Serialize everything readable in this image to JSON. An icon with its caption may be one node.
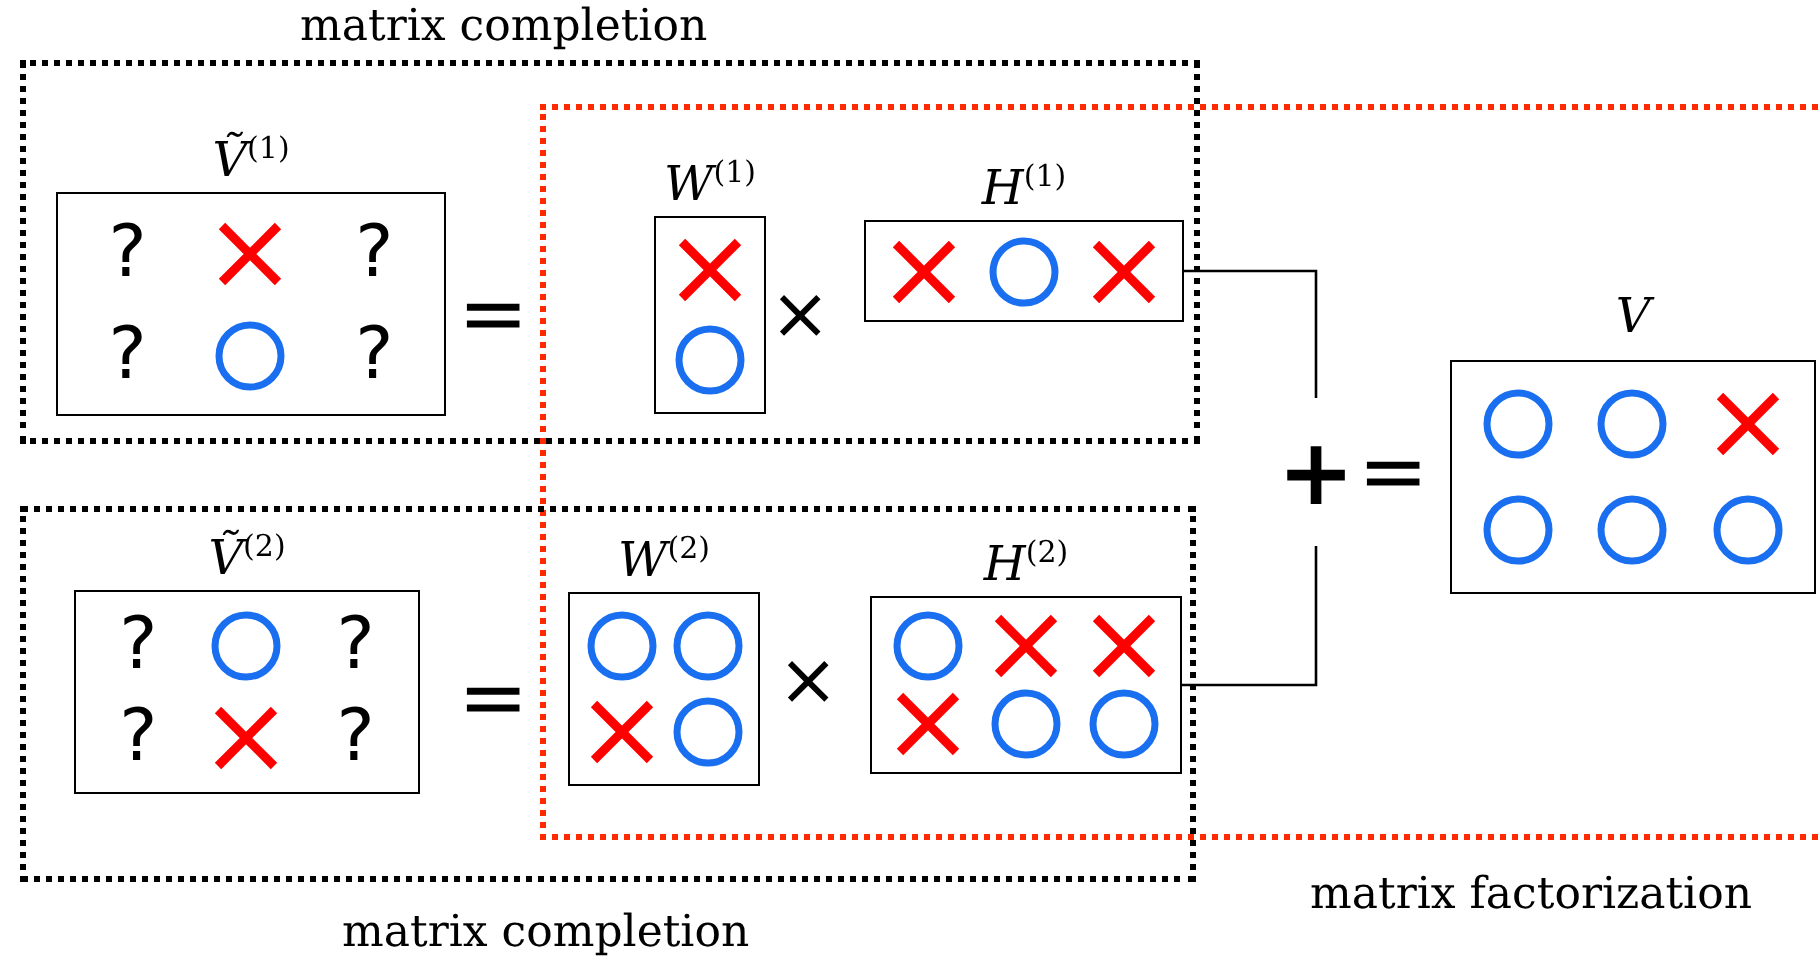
{
  "diagram": {
    "nodes": [
      {
        "text": [
          "matrix completion"
        ]
      },
      {
        "text": [
          "Ṽ$^{(1)}$",
          "?",
          "?",
          "?",
          "?"
        ],
        "in": 0
      },
      {
        "text": [
          "W$^{(1)}$"
        ]
      },
      {
        "text": [
          "H$^{(1)}$"
        ]
      },
      {
        "text": [
          "matrix factorization"
        ]
      },
      {
        "text": [
          "+"
        ],
        "in": 4
      },
      {
        "text": [
          "V"
        ],
        "in": 4
      },
      {
        "text": [
          "matrix completion"
        ]
      },
      {
        "text": [
          "Ṽ$^{(2)}$",
          "?",
          "?",
          "?",
          "?"
        ],
        "in": 7
      },
      {
        "text": [
          "W$^{(2)}$"
        ]
      },
      {
        "text": [
          "H$^{(2)}$"
        ]
      }
    ],
    "edges": [
      {
        "from": 3,
        "to": 5,
        "arrow": "none"
      },
      {
        "from": 10,
        "to": 5,
        "arrow": "none"
      }
    ],
    "labels": [
      "=",
      "×",
      "=",
      "=",
      "×"
    ]
  }
}
